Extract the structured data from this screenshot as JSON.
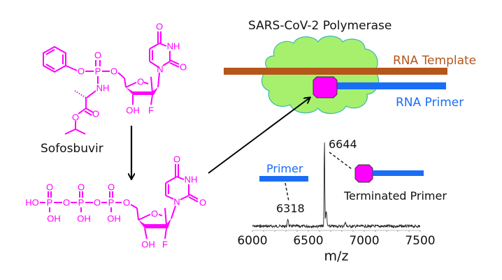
{
  "title": "SARS-CoV-2 Polymerase",
  "labels": {
    "rna_template": "RNA Template",
    "rna_primer": "RNA Primer",
    "sofosbuvir": "Sofosbuvir",
    "primer": "Primer",
    "terminated_primer": "Terminated Primer",
    "peak_primer": "6318",
    "peak_terminated": "6644"
  },
  "atoms": {
    "O": "O",
    "P": "P",
    "NH": "NH",
    "N": "N",
    "OH": "OH",
    "HO": "HO",
    "F": "F"
  },
  "colors": {
    "molecule": "#ff00ff",
    "template": "#b5561a",
    "primer": "#1a6ef5",
    "polymerase": "#a6f06e",
    "polymerase_border": "#3cb8b0",
    "terminator": "#ff00ff"
  },
  "chart_data": {
    "type": "line",
    "xlabel": "m/z",
    "xlim": [
      6000,
      7500
    ],
    "xticks": [
      "6000",
      "6500",
      "7000",
      "7500"
    ],
    "peaks": [
      {
        "mz": 6318,
        "intensity": 0.08,
        "label": "6318"
      },
      {
        "mz": 6644,
        "intensity": 1.0,
        "label": "6644"
      },
      {
        "mz": 6660,
        "intensity": 0.18
      },
      {
        "mz": 6830,
        "intensity": 0.05
      }
    ]
  }
}
